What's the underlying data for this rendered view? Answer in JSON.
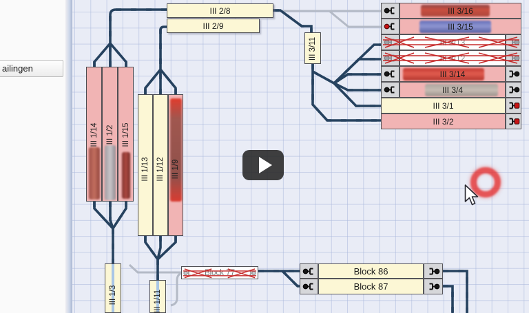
{
  "sidebar": {
    "items": [
      {
        "label": "ailingen"
      }
    ]
  },
  "diagram": {
    "top_blocks": [
      {
        "label": "III 2/8"
      },
      {
        "label": "III 2/9"
      }
    ],
    "junction_block": {
      "label": "III 3/11"
    },
    "right_rows": [
      {
        "label": "III 3/16",
        "state": "occupied",
        "left_signal": "black",
        "train_color": "#c24038"
      },
      {
        "label": "III 3/15",
        "state": "occupied",
        "left_signal": "red",
        "train_color": "#6f7fc4"
      },
      {
        "label": "III 3/13",
        "state": "crossed-out",
        "left_signal": "gray",
        "right_signal": "gray"
      },
      {
        "label": "III 3/12",
        "state": "crossed-out",
        "left_signal": "gray",
        "right_signal": "gray"
      },
      {
        "label": "III 3/14",
        "state": "occupied",
        "left_signal": "black",
        "right_signal": "black",
        "train_color": "#d23a30"
      },
      {
        "label": "III 3/4",
        "state": "occupied",
        "left_signal": "black",
        "right_signal": "black",
        "train_color": "#b8aca2"
      },
      {
        "label": "III 3/1",
        "state": "free",
        "right_signal": "red"
      },
      {
        "label": "III 3/2",
        "state": "highlighted",
        "right_signal": "red"
      }
    ],
    "group_a": [
      {
        "label": "III 1/14"
      },
      {
        "label": "III 1/2"
      },
      {
        "label": "III 1/15"
      }
    ],
    "group_b": [
      {
        "label": "III 1/13"
      },
      {
        "label": "III 1/12"
      },
      {
        "label": "III 1/9"
      }
    ],
    "bottom_blocks": [
      {
        "label": "III 1/3"
      },
      {
        "label": "III 1/11"
      }
    ],
    "crossed_block": {
      "label": "Block 77"
    },
    "station_blocks": [
      {
        "label": "Block 86"
      },
      {
        "label": "Block 87"
      }
    ]
  },
  "colors": {
    "block_free": "#fcf7d5",
    "block_highlight": "#f1b4b4",
    "track": "#26425f",
    "track_dash": "#a8c4e2",
    "track_inactive": "#b4bac6",
    "disabled_cross": "#c62b2b",
    "signal_red": "#c81414",
    "grid_bg": "#e9ecf6"
  },
  "overlay": {
    "icons": [
      "youtube-play",
      "click-highlight",
      "mouse-cursor"
    ]
  }
}
